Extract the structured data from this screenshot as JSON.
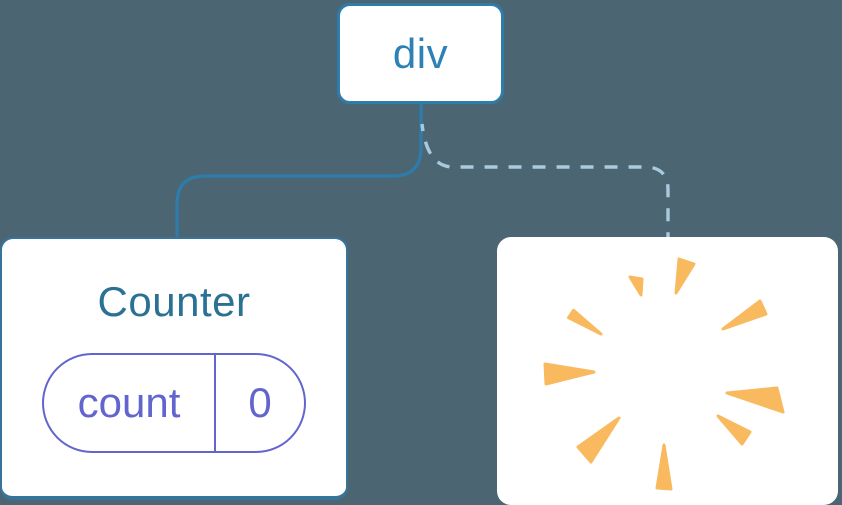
{
  "diagram": {
    "root_node": {
      "label": "div"
    },
    "counter_node": {
      "title": "Counter",
      "state": {
        "key": "count",
        "value": "0"
      }
    },
    "removed_node": {
      "icon": "poof-burst"
    },
    "connectors": {
      "left": "solid",
      "right": "dashed"
    },
    "colors": {
      "background": "#4b6672",
      "card_background": "#ffffff",
      "node_border": "#2e7cab",
      "root_label": "#2e81b4",
      "counter_title": "#2a7193",
      "state_pill": "#6365cf",
      "solid_connector": "#2e7cab",
      "dashed_connector": "#a9cade",
      "burst_orange": "#f8b95f"
    }
  }
}
